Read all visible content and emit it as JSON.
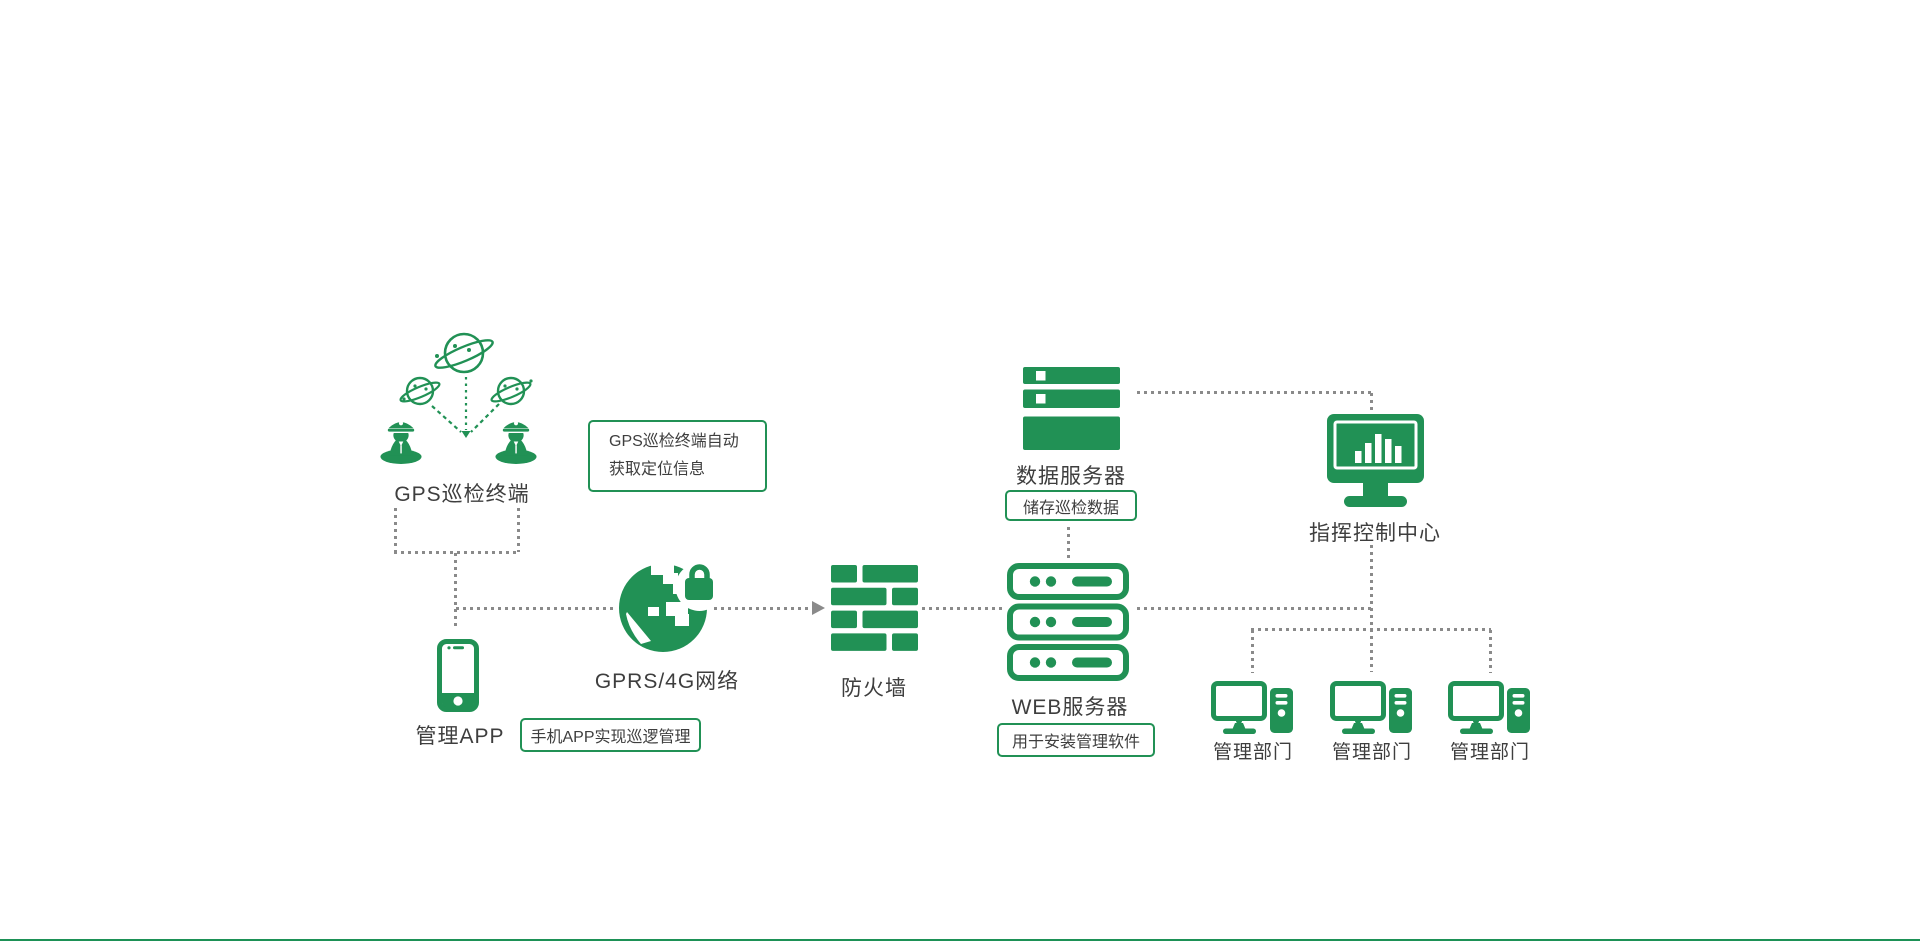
{
  "colors": {
    "green": "#219155",
    "text": "#3e3e3e",
    "line": "#8a8a8a",
    "rule": "#1d9156"
  },
  "nodes": {
    "gps_terminal": "GPS巡检终端",
    "management_app": "管理APP",
    "network": "GPRS/4G网络",
    "firewall": "防火墙",
    "web_server": "WEB服务器",
    "data_server": "数据服务器",
    "command_center": "指挥控制中心",
    "department_1": "管理部门",
    "department_2": "管理部门",
    "department_3": "管理部门"
  },
  "callouts": {
    "gps_line1": "GPS巡检终端自动",
    "gps_line2": "获取定位信息",
    "app": "手机APP实现巡逻管理",
    "web": "用于安装管理软件",
    "data": "储存巡检数据"
  },
  "icons": {
    "satellites": "satellite-cluster-icon",
    "patrol_officer": "police-officer-icon",
    "management_app": "smartphone-icon",
    "network": "globe-lock-icon",
    "firewall": "brick-wall-icon",
    "web_server": "server-rack-icon",
    "data_server": "database-server-icon",
    "command_center": "monitor-chart-icon",
    "department": "desktop-computer-icon"
  }
}
